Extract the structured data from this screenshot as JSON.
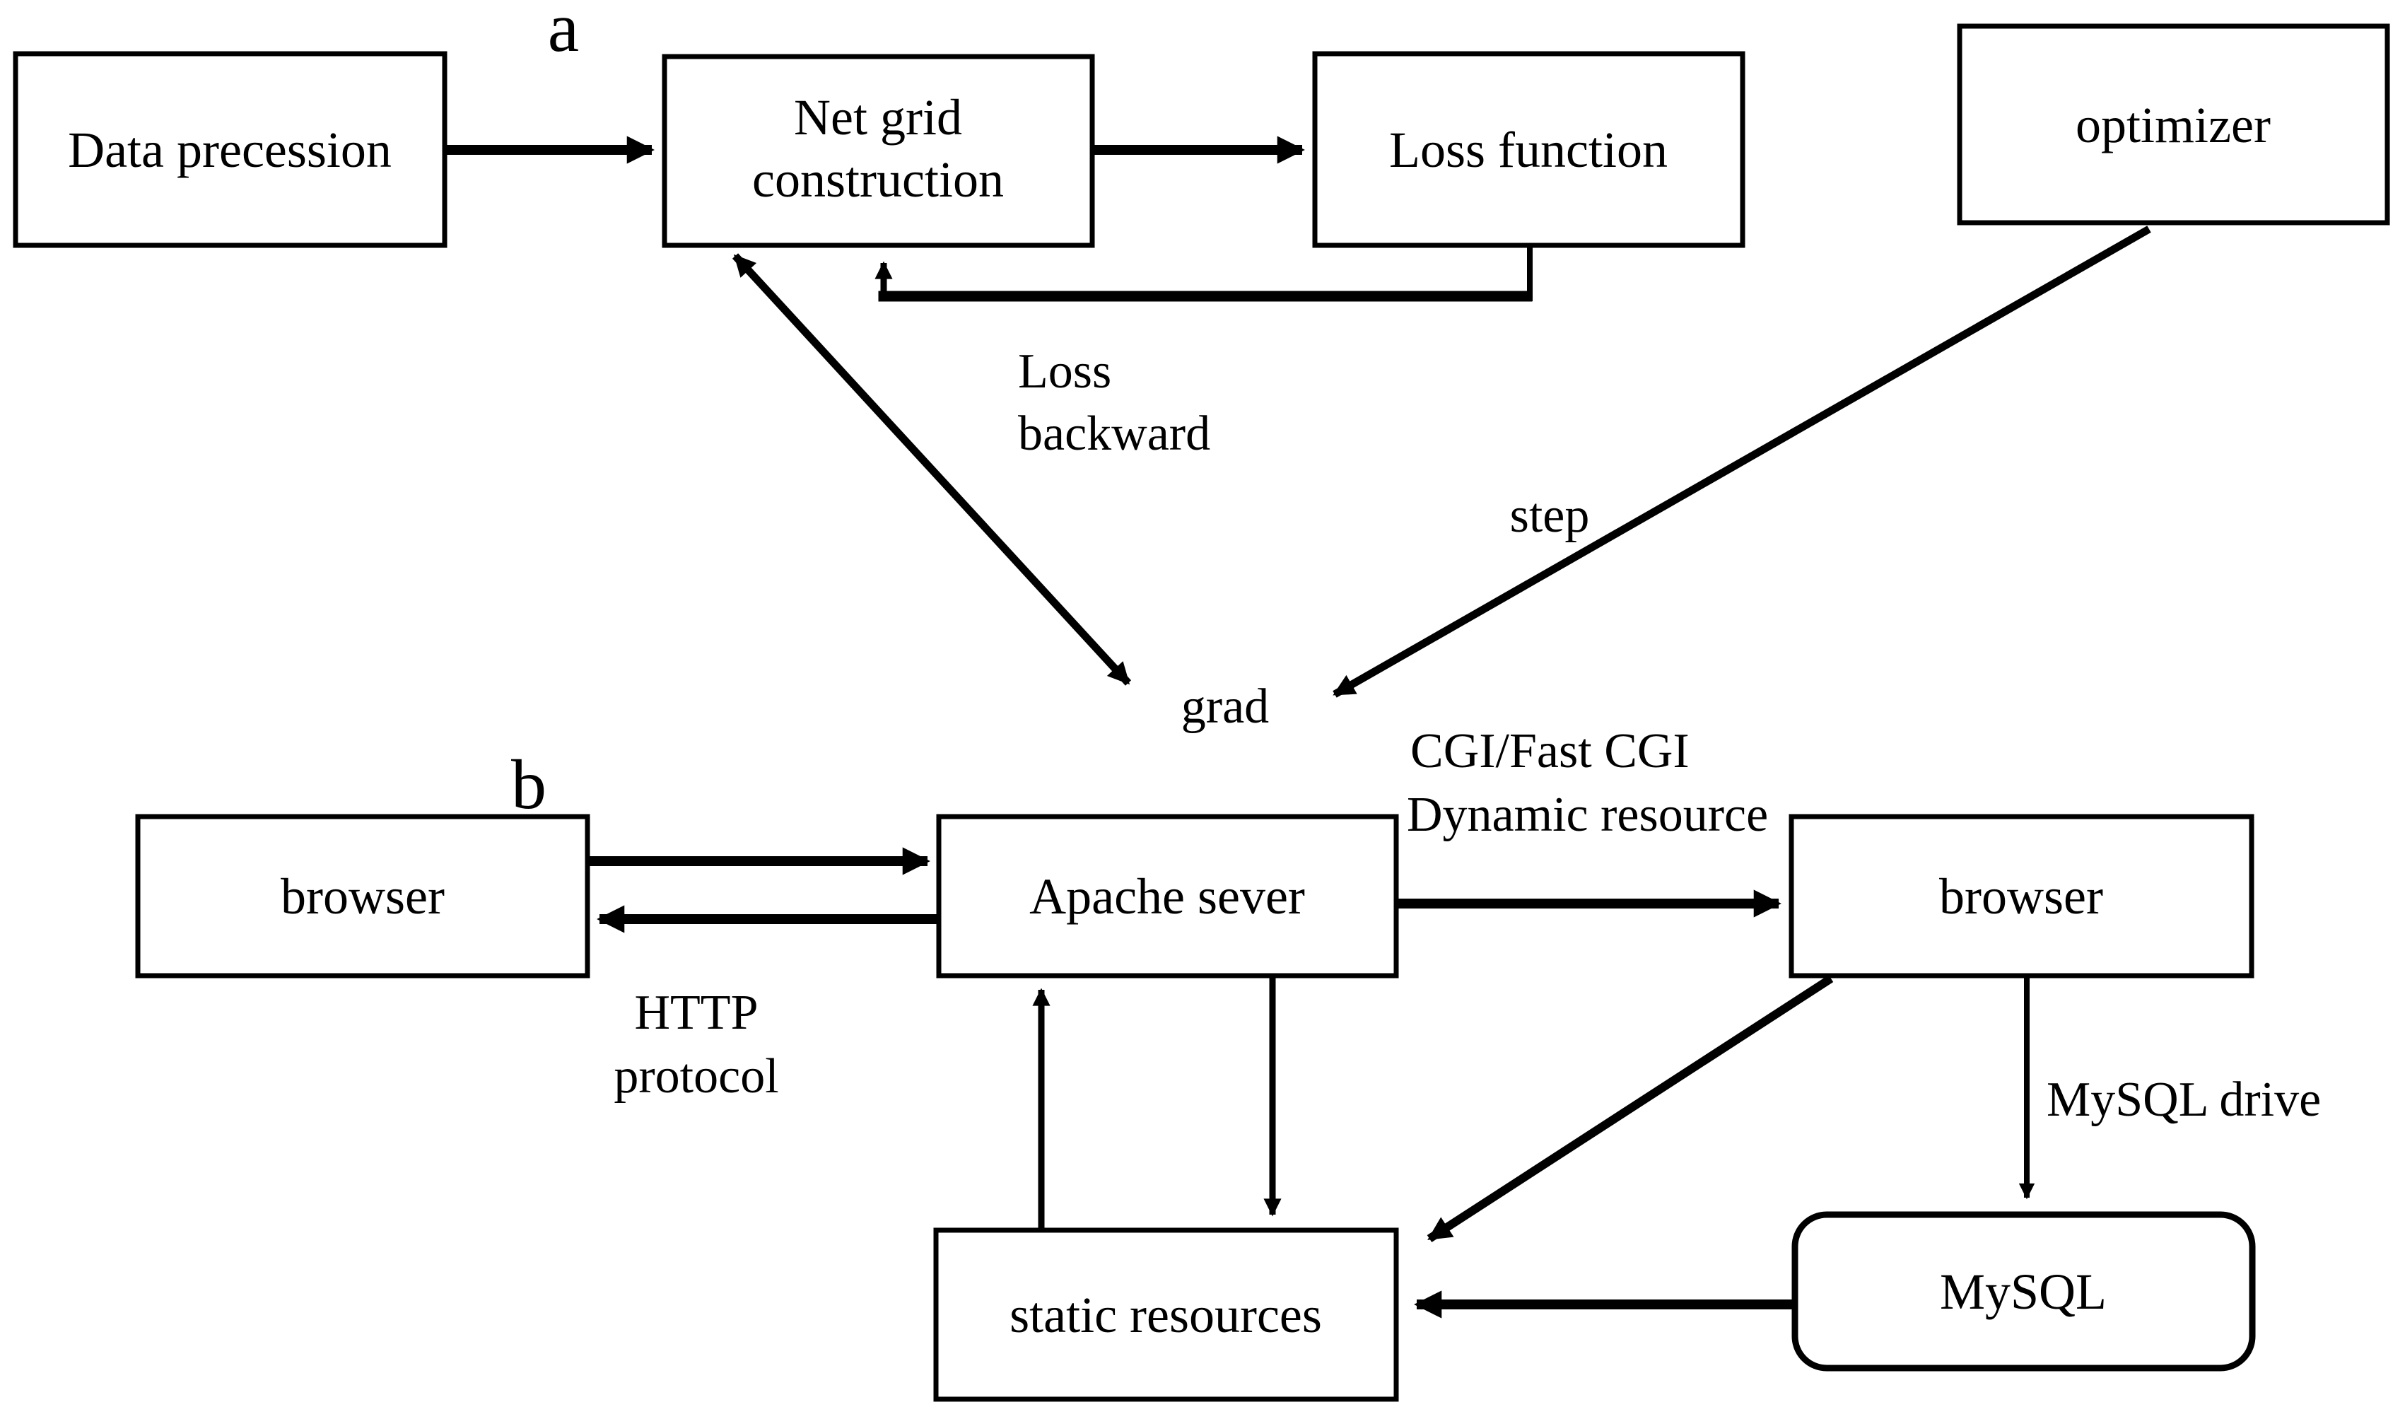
{
  "page": {
    "background": "#ffffff",
    "ink": "#000000"
  },
  "section_a": {
    "label": "a",
    "nodes": {
      "data_precession": {
        "label": "Data precession"
      },
      "net_grid": {
        "line1": "Net grid",
        "line2": "construction"
      },
      "loss_function": {
        "label": "Loss function"
      },
      "optimizer": {
        "label": "optimizer"
      }
    },
    "edges": {
      "loss_backward": {
        "line1": "Loss",
        "line2": "backward"
      },
      "grad": {
        "label": "grad"
      },
      "step": {
        "label": "step"
      }
    }
  },
  "section_b": {
    "label": "b",
    "nodes": {
      "browser_left": {
        "label": "browser"
      },
      "apache_server": {
        "label": "Apache sever"
      },
      "browser_right": {
        "label": "browser"
      },
      "static_resources": {
        "label": "static resources"
      },
      "mysql": {
        "label": "MySQL"
      }
    },
    "edges": {
      "http": {
        "line1": "HTTP",
        "line2": "protocol"
      },
      "cgi": {
        "line1": "CGI/Fast CGI",
        "line2": "Dynamic resource"
      },
      "mysql_drive": {
        "label": "MySQL drive"
      }
    }
  }
}
